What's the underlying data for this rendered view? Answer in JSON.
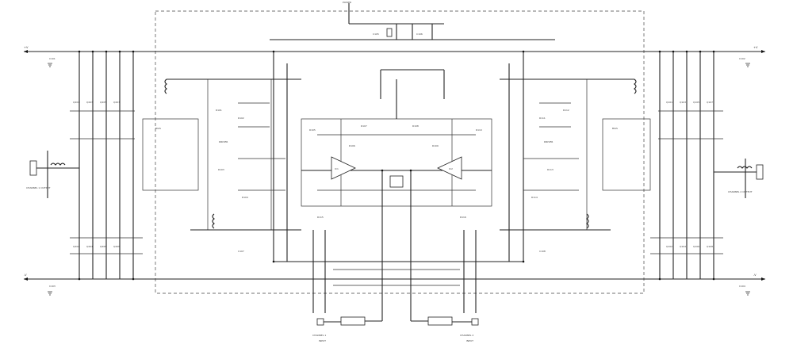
{
  "rails": {
    "top_left": "+V",
    "top_right": "+V",
    "bottom_left": "-V",
    "bottom_right": "-V",
    "supply_in": "POWER"
  },
  "io": {
    "output_left": "CHANNEL 1 OUTPUT",
    "output_right": "CHANNEL 2 OUTPUT",
    "input_left": "CHANNEL 1",
    "input_right": "CHANNEL 2",
    "input_tag": "INPUT"
  },
  "parts": {
    "ic_left": "IC1",
    "ic_right": "IC2",
    "bias_left": "BIAS",
    "bias_right": "BIAS",
    "driver_left": "DRIVER",
    "driver_right": "DRIVER"
  },
  "output_devices": {
    "left_upper": [
      "Q201",
      "Q203",
      "Q205",
      "Q207"
    ],
    "left_lower": [
      "Q202",
      "Q204",
      "Q206",
      "Q208"
    ],
    "right_upper": [
      "Q101",
      "Q103",
      "Q105",
      "Q107"
    ],
    "right_lower": [
      "Q102",
      "Q104",
      "Q106",
      "Q108"
    ]
  },
  "resistors": [
    "R101",
    "R102",
    "R103",
    "R104",
    "R105",
    "R106",
    "R107",
    "R108",
    "R109",
    "R110",
    "R111",
    "R112",
    "R113",
    "R114",
    "R115",
    "R116"
  ],
  "capacitors": [
    "C101",
    "C102",
    "C103",
    "C104",
    "C105",
    "C106",
    "C107",
    "C108"
  ]
}
